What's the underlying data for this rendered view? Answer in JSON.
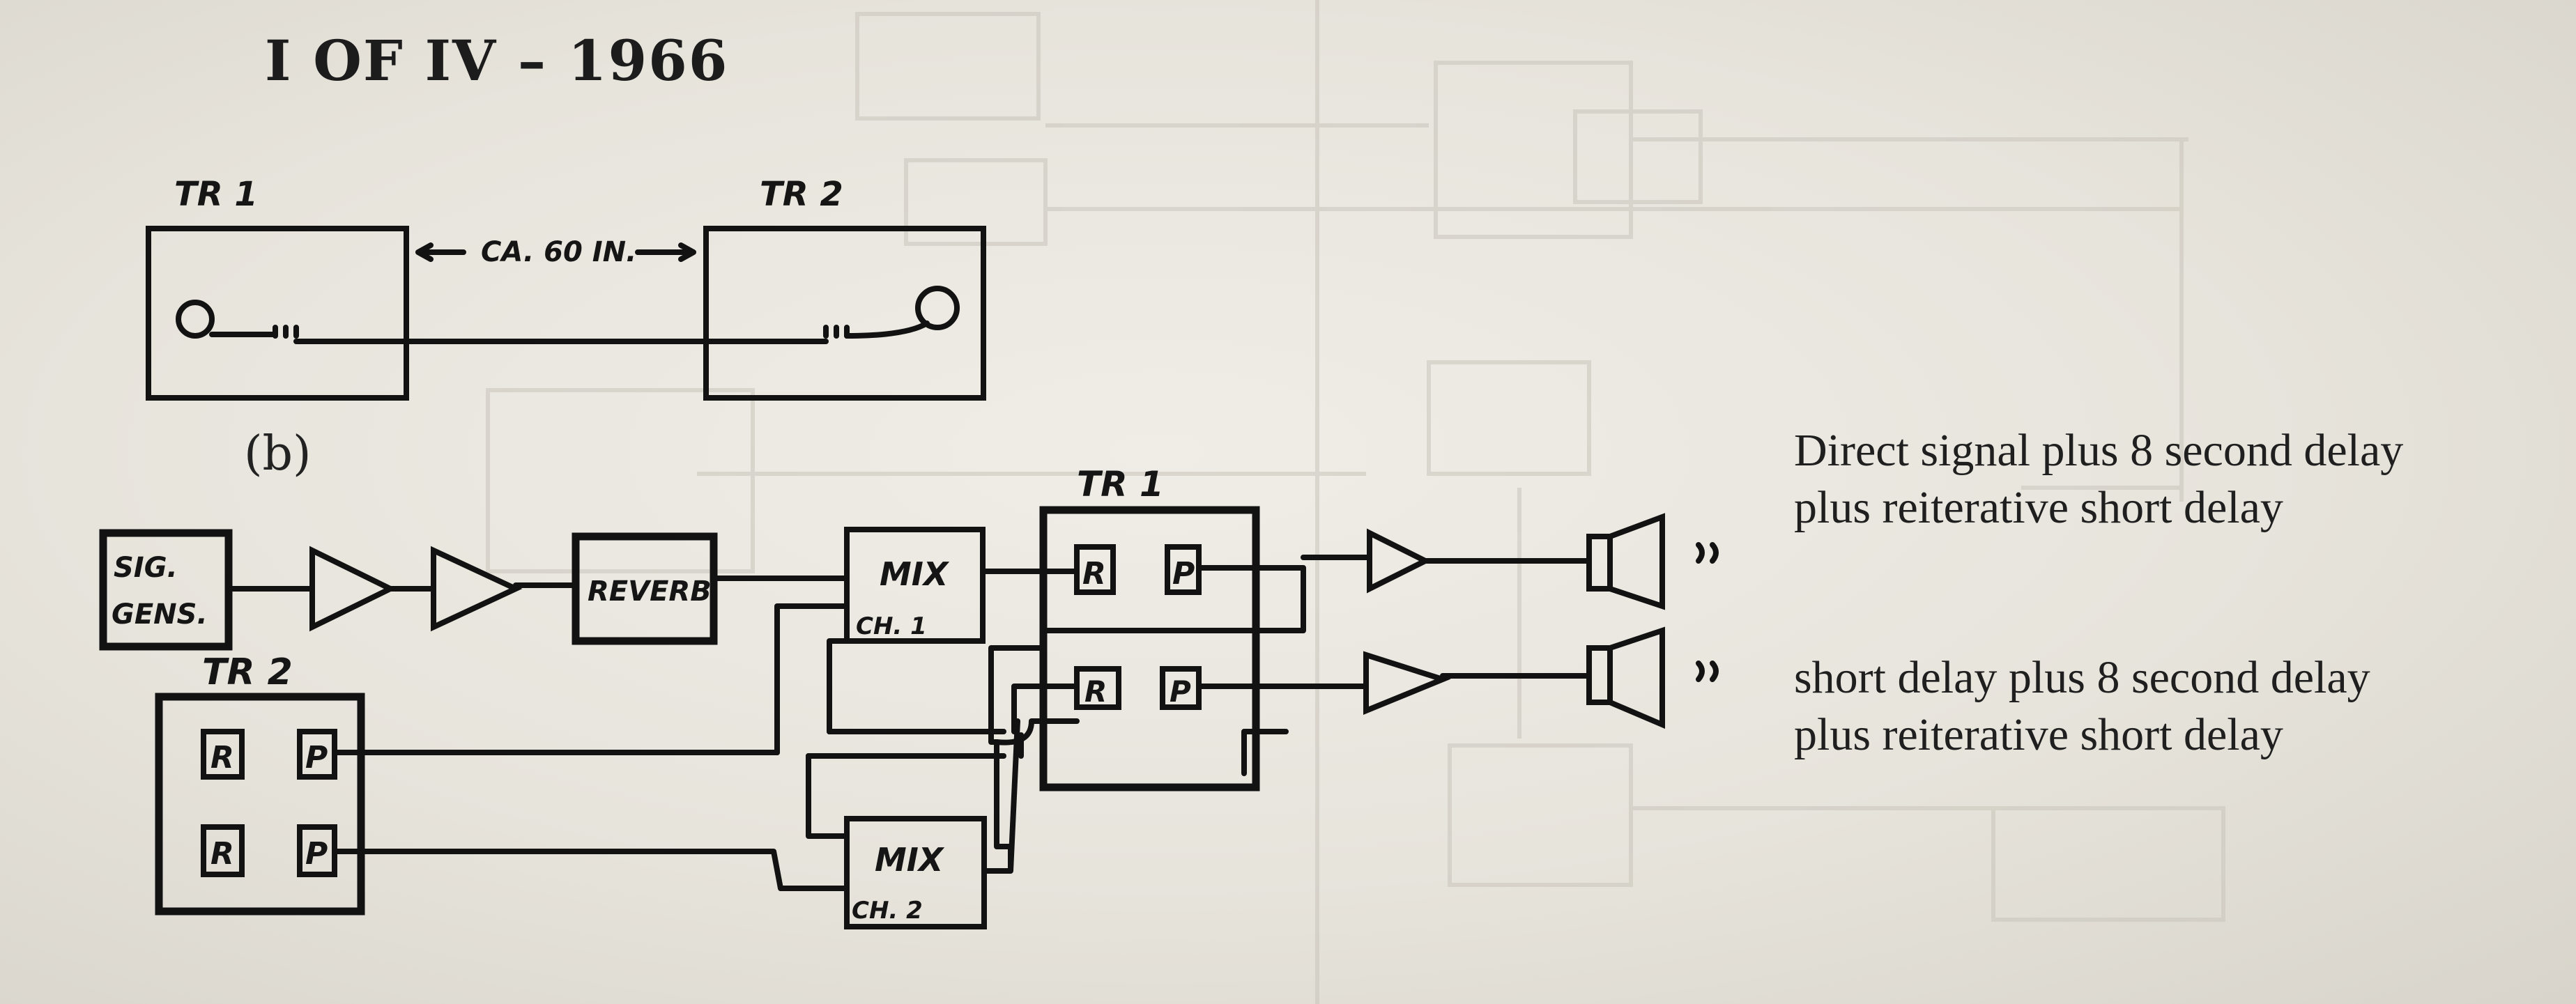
{
  "heading": "I OF IV – 1966",
  "figure_label": "(b)",
  "top_diagram": {
    "recorder_left": "TR 1",
    "recorder_right": "TR 2",
    "distance_label": "CA. 60 IN."
  },
  "signal_chain": {
    "sig_gen_line1": "SIG.",
    "sig_gen_line2": "GENS.",
    "reverb": "REVERB",
    "mix1_label": "MIX",
    "mix1_channel": "CH. 1",
    "mix2_label": "MIX",
    "mix2_channel": "CH. 2",
    "tr1_label": "TR 1",
    "tr2_label": "TR 2",
    "record_head": "R",
    "playback_head": "P"
  },
  "captions": {
    "output1_line1": "Direct signal plus 8 second delay",
    "output1_line2": "plus reiterative short delay",
    "output2_line1": "short delay plus 8 second delay",
    "output2_line2": "plus reiterative short delay"
  },
  "colors": {
    "ink": "#121212",
    "paper": "#e8e5de"
  }
}
